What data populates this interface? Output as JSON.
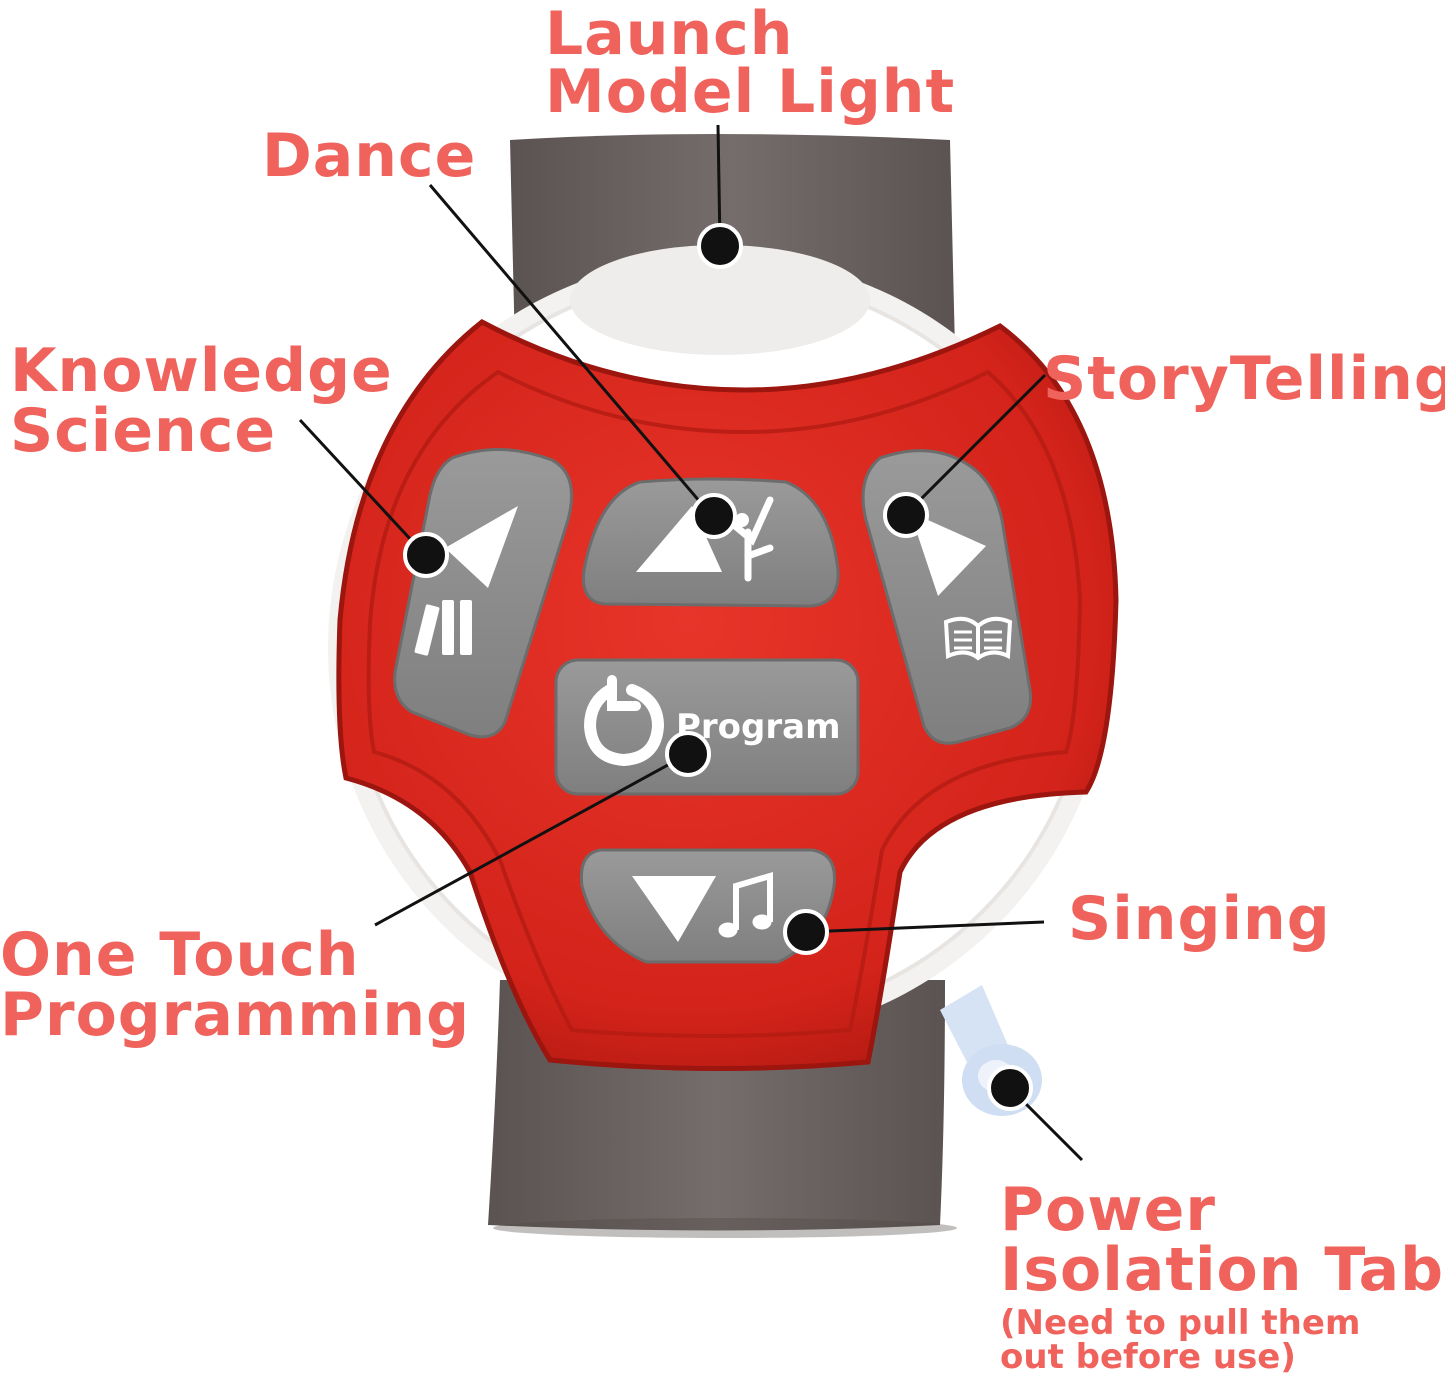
{
  "colors": {
    "accent_text": "#f0625c",
    "watch_red": "#d8231a",
    "watch_red_dark": "#9f1710",
    "button_gray": "#8a8a8a",
    "strap_gray": "#6d6462",
    "bezel_white": "#f3f1ef",
    "callout_line": "#111111"
  },
  "labels": {
    "launch": [
      "Launch",
      "Model Light"
    ],
    "dance": [
      "Dance"
    ],
    "knowledge": [
      "Knowledge",
      "Science"
    ],
    "storytelling": [
      "StoryTelling"
    ],
    "singing": [
      "Singing"
    ],
    "one_touch": [
      "One Touch",
      "Programming"
    ],
    "power": [
      "Power",
      "Isolation Tabs"
    ],
    "power_note": [
      "(Need to pull them",
      "out before use)"
    ]
  },
  "watch": {
    "program_button_text": "Program",
    "icons": {
      "left_button": [
        "play-triangle-icon",
        "books-icon"
      ],
      "top_button": [
        "up-triangle-icon",
        "dancer-icon"
      ],
      "right_button": [
        "play-triangle-icon",
        "open-book-icon"
      ],
      "program_button": [
        "refresh-icon"
      ],
      "bottom_button": [
        "down-triangle-icon",
        "music-note-icon"
      ]
    }
  }
}
